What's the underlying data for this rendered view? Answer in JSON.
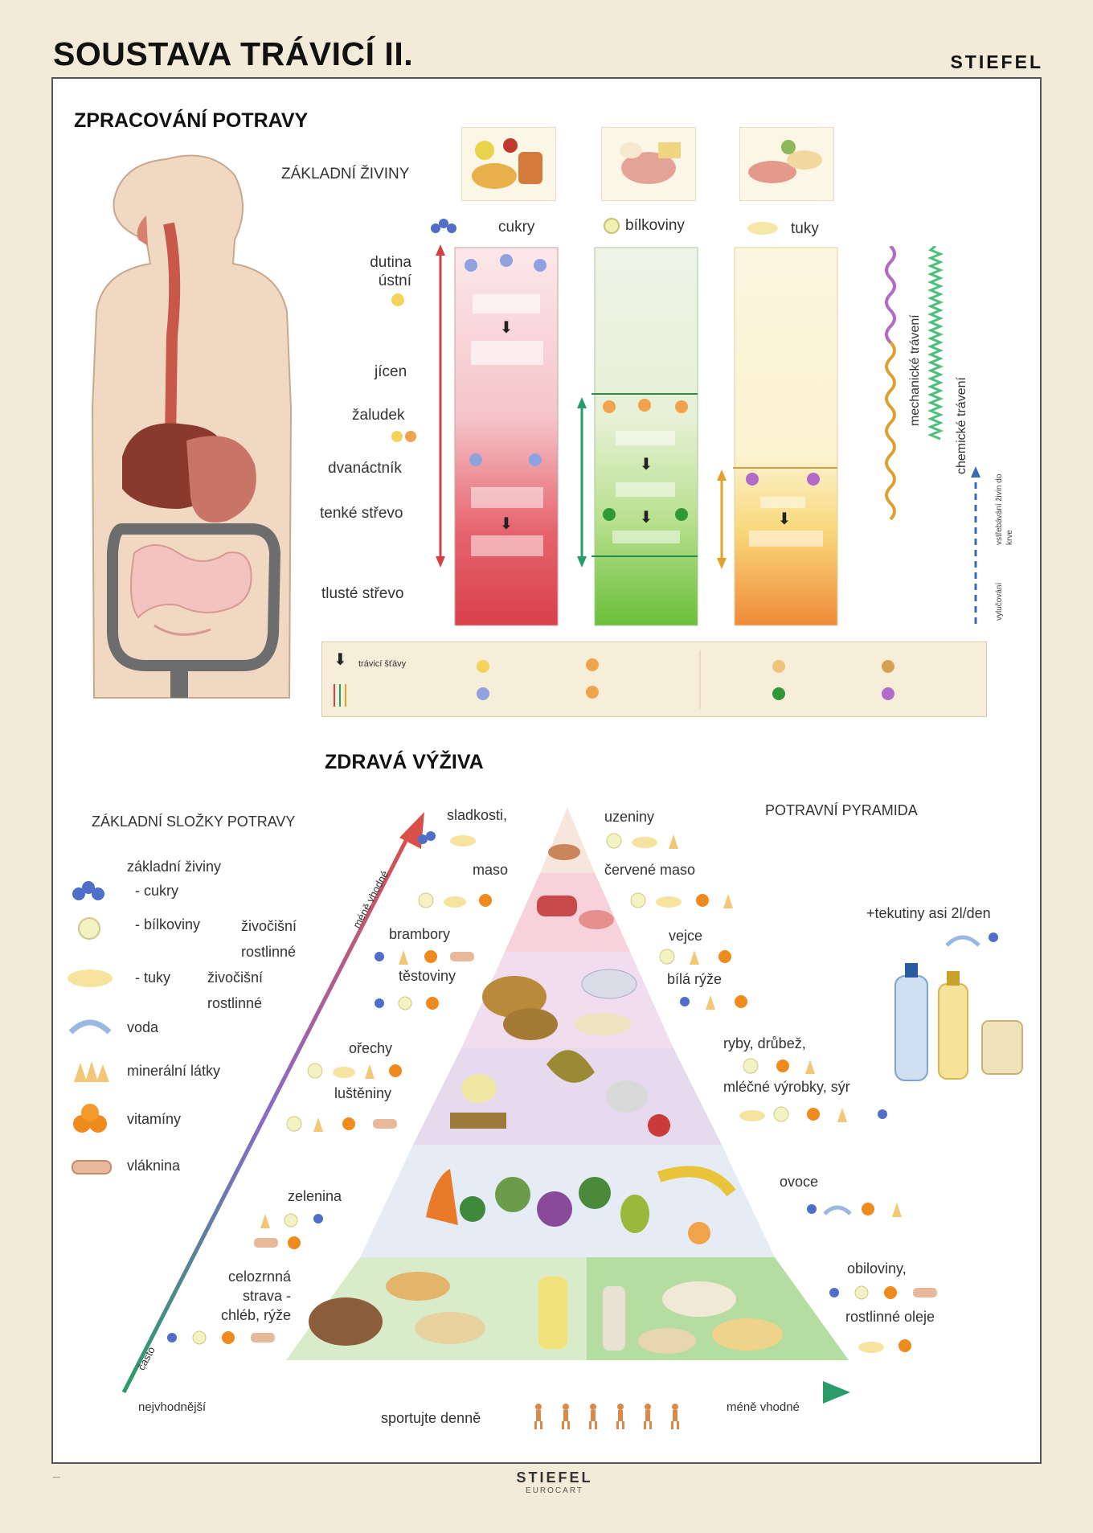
{
  "title": "SOUSTAVA TRÁVICÍ II.",
  "brand": "STIEFEL",
  "processing": {
    "heading": "ZPRACOVÁNÍ POTRAVY",
    "nutrients_label": "ZÁKLADNÍ ŽIVINY",
    "columns": [
      "cukry",
      "bílkoviny",
      "tuky"
    ],
    "organs": [
      "dutina ústní",
      "jícen",
      "žaludek",
      "dvanáctník",
      "tenké střevo",
      "tlusté střevo"
    ],
    "mechanical": "mechanické trávení",
    "chemical": "chemické trávení",
    "absorption": "vstřebávání živin do krve",
    "excretion": "vylučování",
    "legend": {
      "digestive_juices": "trávicí šťávy",
      "colors": {
        "carbs": "#d9404a",
        "proteins": "#6bbf3a",
        "fats": "#f2a23a"
      }
    }
  },
  "nutrition": {
    "heading": "ZDRAVÁ VÝŽIVA",
    "components_heading": "ZÁKLADNÍ SLOŽKY POTRAVY",
    "pyramid_heading": "POTRAVNÍ PYRAMIDA",
    "components": {
      "zakladni_ziviny": "základní živiny",
      "cukry": "- cukry",
      "bilkoviny": "- bílkoviny",
      "tuky": "- tuky",
      "zivocisne_1": "živočišní",
      "rostlinne_1": "rostlinné",
      "zivocisne_2": "živočišní",
      "rostlinne_2": "rostlinné",
      "voda": "voda",
      "mineralni": "minerální látky",
      "vitaminy": "vitamíny",
      "vlaknina": "vláknina"
    },
    "levels": {
      "sladkosti": "sladkosti,",
      "uzeniny": "uzeniny",
      "maso": "maso",
      "cervene_maso": "červené maso",
      "brambory": "brambory",
      "testoviny": "těstoviny",
      "vejce": "vejce",
      "bila_ryze": "bílá rýže",
      "orechy": "ořechy",
      "lusteniny": "luštěniny",
      "ryby": "ryby, drůbež,",
      "mlecne": "mléčné výrobky, sýr",
      "zelenina": "zelenina",
      "ovoce": "ovoce",
      "celozrnna_1": "celozrnná",
      "celozrnna_2": "strava -",
      "celozrnna_3": "chléb, rýže",
      "obiloviny": "obiloviny,",
      "oleje": "rostlinné oleje"
    },
    "liquids": "+tekutiny asi 2l/den",
    "axis_up": "méně vhodné",
    "axis_left": "často",
    "best": "nejvhodnější",
    "sport": "sportujte denně",
    "less": "méně vhodné"
  },
  "footer": {
    "brand_main": "STIEFEL",
    "brand_sub": "EUROCART"
  }
}
